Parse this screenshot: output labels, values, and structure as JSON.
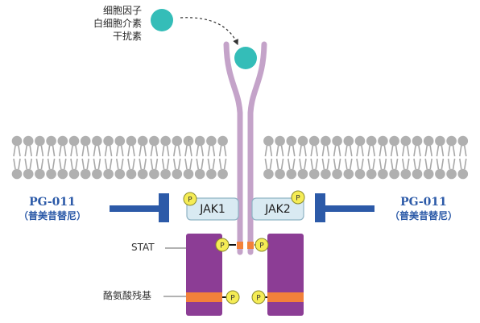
{
  "ligand": {
    "labels": [
      "细胞因子",
      "白细胞介素",
      "干扰素"
    ]
  },
  "kinases": {
    "left": "JAK1",
    "right": "JAK2"
  },
  "phospho_label": "P",
  "callouts": {
    "stat": "STAT",
    "tyrosine": "酪氨酸残基"
  },
  "drug_left": {
    "name": "PG-011",
    "alias": "（普美昔替尼）"
  },
  "drug_right": {
    "name": "PG-011",
    "alias": "（普美昔替尼）"
  },
  "colors": {
    "ligand": "#34bdb8",
    "receptor": "#c4a3c9",
    "membrane_head": "#b0b0b0",
    "membrane_tail": "#a8a8a8",
    "jak_fill": "#d9eaf2",
    "jak_border": "#8fb3c4",
    "phospho_fill": "#f5ec55",
    "phospho_border": "#8a8a2a",
    "stat_fill": "#8c3d95",
    "stat_stripe": "#f2813a",
    "inhibitor": "#2c5aa8",
    "text_drug": "#2c5aa8"
  }
}
